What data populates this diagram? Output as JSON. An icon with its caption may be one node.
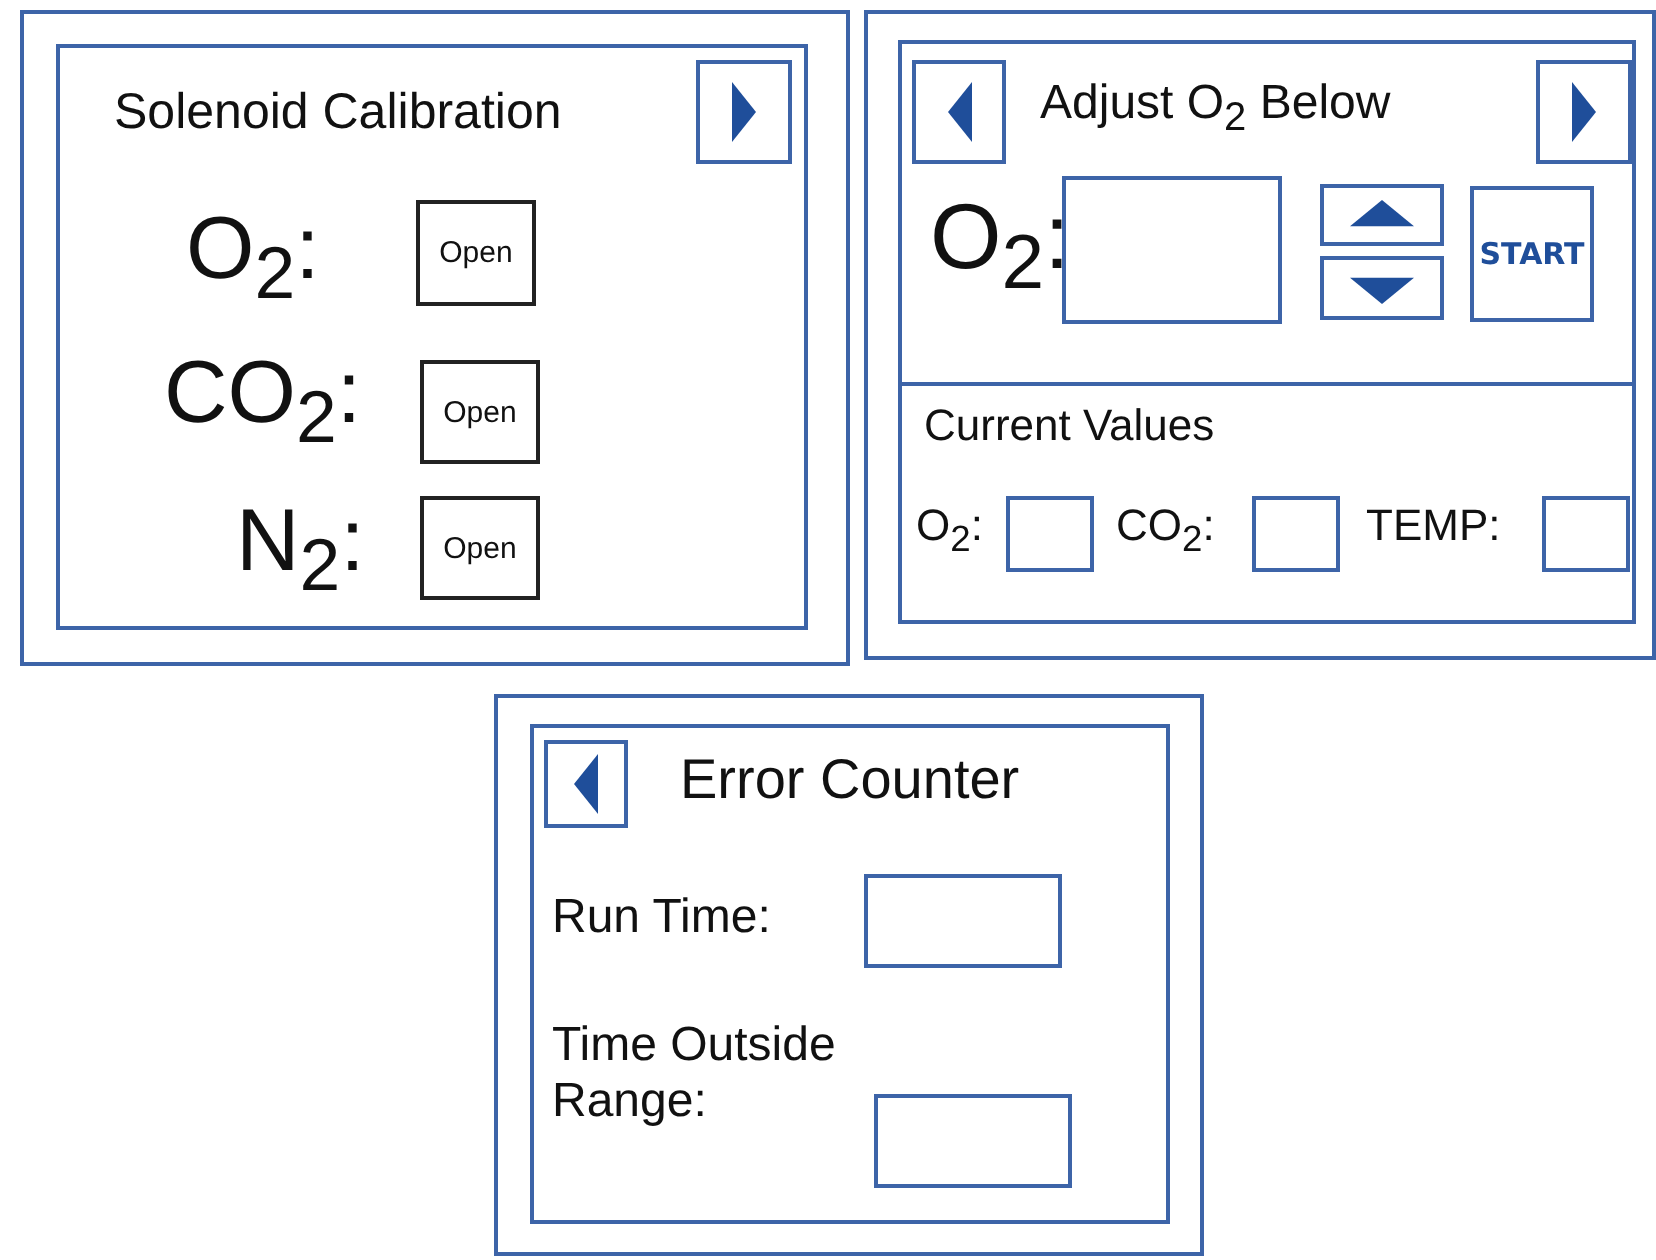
{
  "diagram": {
    "nodes": [
      {
        "text": [],
        "shape": "box"
      },
      {
        "text": [
          "Solenoid Calibration"
        ],
        "in": 0
      },
      {
        "text": [],
        "shape": "box",
        "in": 1
      },
      {
        "text": [
          "Open"
        ],
        "in": 1
      },
      {
        "text": [
          "Open"
        ],
        "in": 1
      },
      {
        "text": [
          "Open"
        ],
        "in": 1
      },
      {
        "text": [],
        "shape": "box"
      },
      {
        "text": [
          "Adjust O$_{2}$ Below"
        ],
        "in": 6
      },
      {
        "text": [],
        "shape": "box",
        "in": 7
      },
      {
        "text": [],
        "shape": "box",
        "in": 7
      },
      {
        "text": [],
        "shape": "box",
        "in": 7
      },
      {
        "text": [],
        "shape": "box",
        "in": 7
      },
      {
        "text": [],
        "shape": "box",
        "in": 7
      },
      {
        "text": [
          "START"
        ],
        "in": 7
      },
      {
        "text": [
          "Current Values"
        ],
        "in": 6
      },
      {
        "text": [],
        "shape": "box",
        "in": 14
      },
      {
        "text": [],
        "shape": "box",
        "in": 14
      },
      {
        "text": [],
        "shape": "box",
        "in": 14
      },
      {
        "text": [],
        "shape": "box"
      },
      {
        "text": [
          "Error Counter"
        ],
        "in": 18
      },
      {
        "text": [],
        "shape": "box",
        "in": 19
      },
      {
        "text": [],
        "shape": "box",
        "in": 19
      },
      {
        "text": [],
        "shape": "box",
        "in": 19
      }
    ],
    "edges": [],
    "labels": [
      "O$_{2}$:",
      "CO$_{2}$:",
      "N$_{2}$:",
      "O$_{2}$:",
      "O$_{2}$:",
      "CO$_{2}$:",
      "TEMP:",
      "Run Time:",
      "Time Outside Range:"
    ]
  }
}
